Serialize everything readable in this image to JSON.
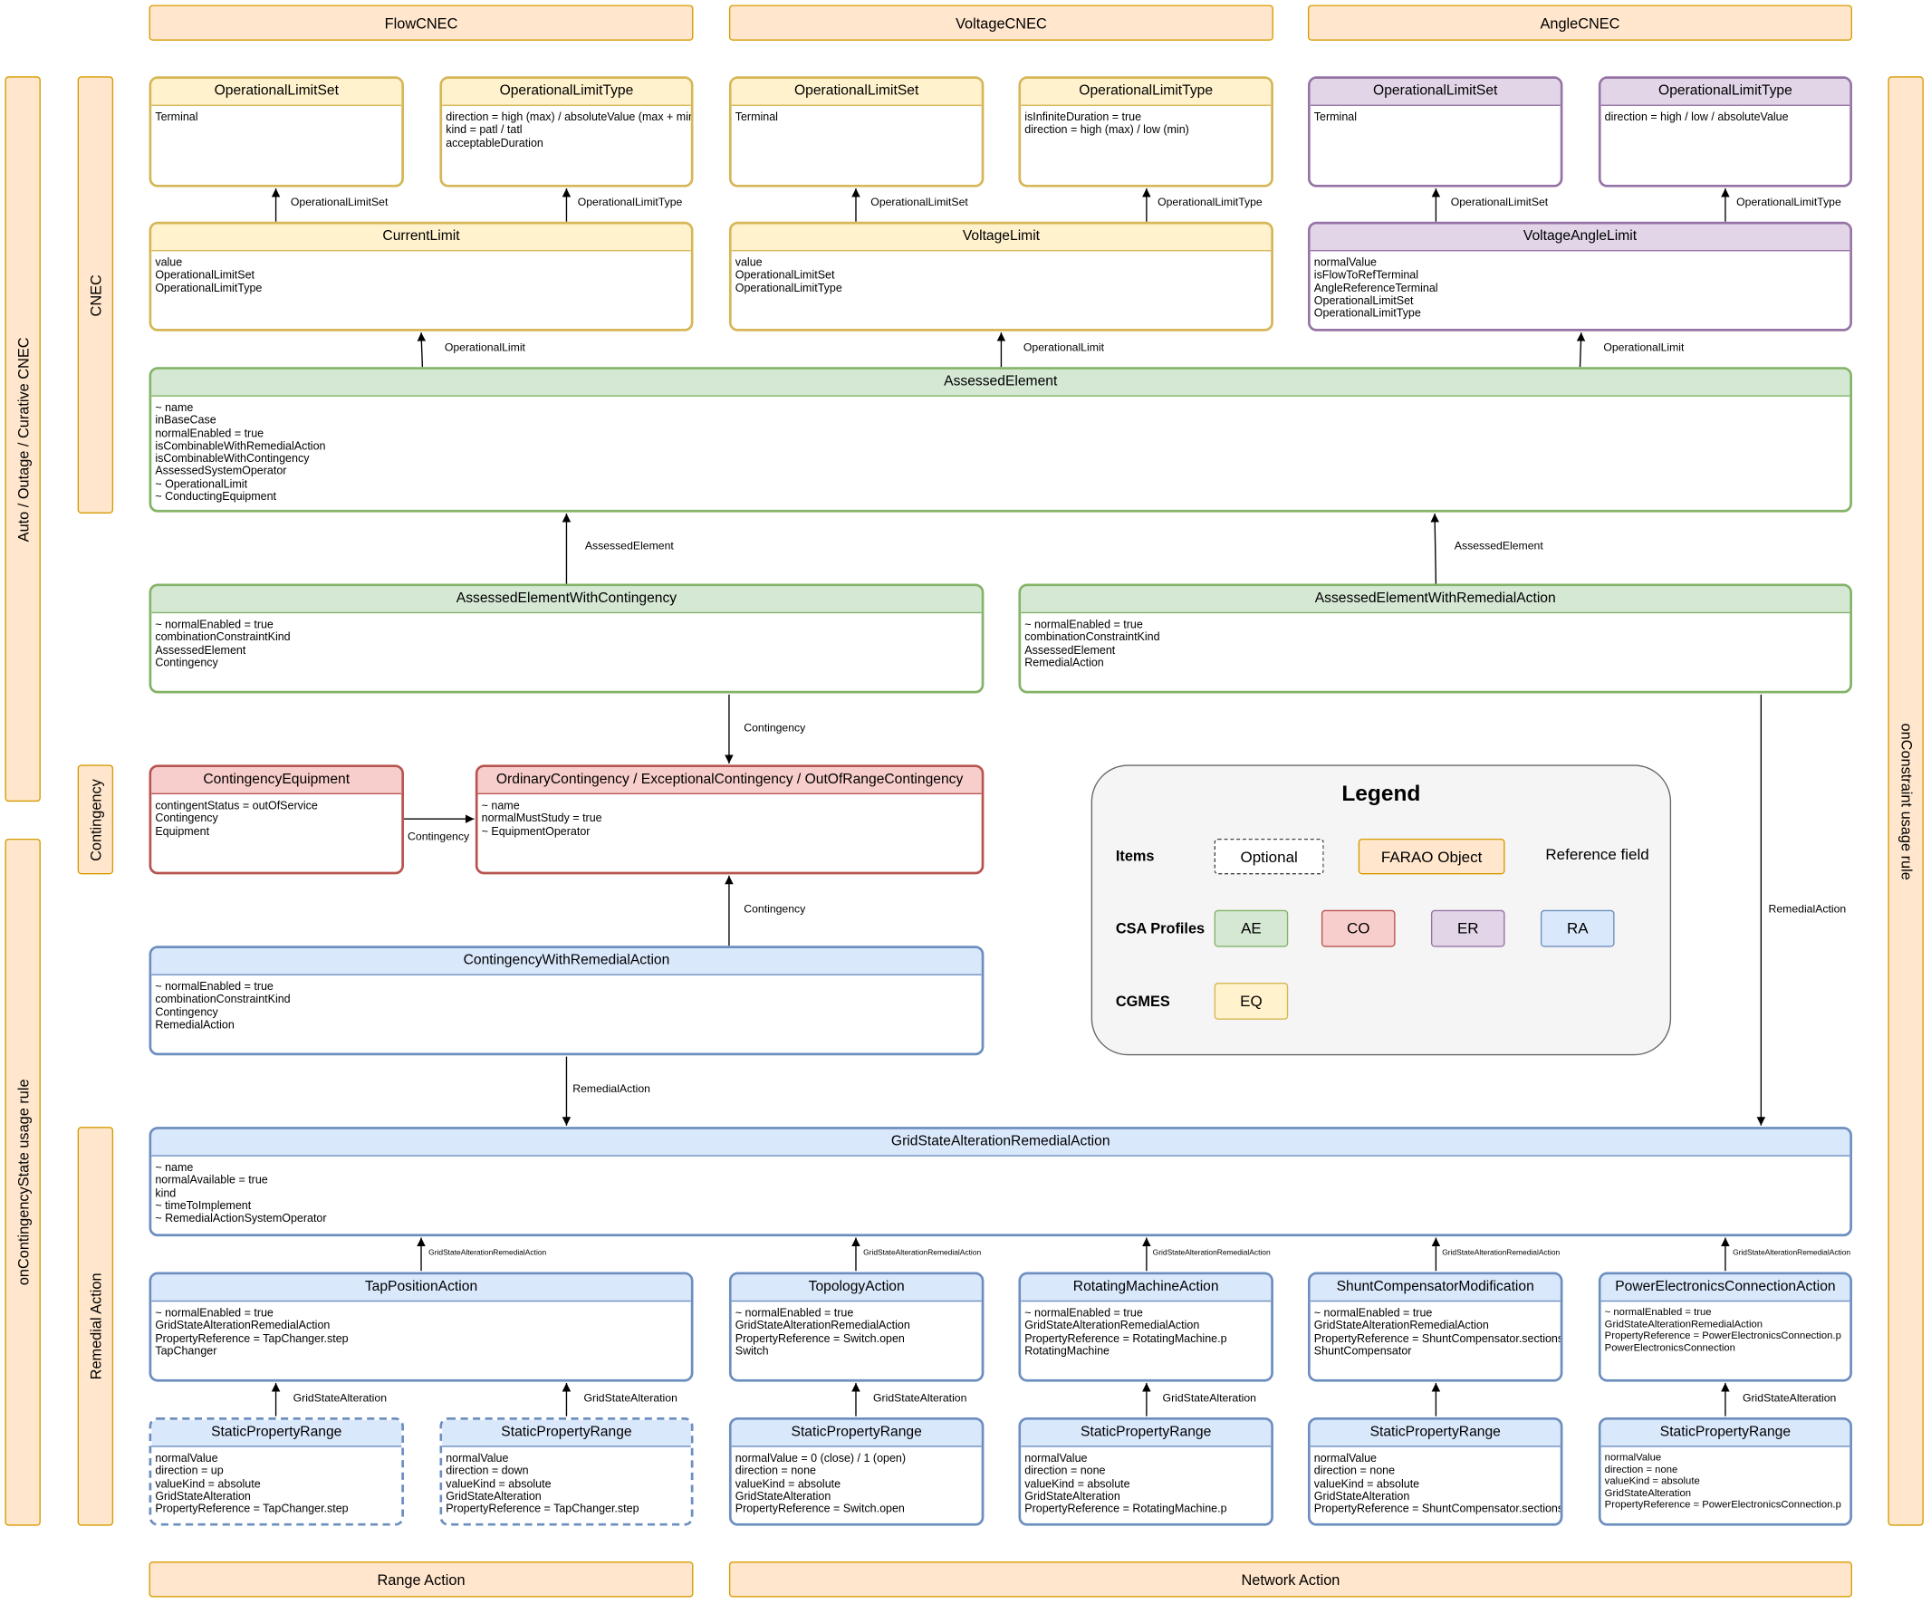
{
  "columns": {
    "flow": "FlowCNEC",
    "voltage": "VoltageCNEC",
    "angle": "AngleCNEC",
    "range_action": "Range Action",
    "network_action": "Network Action"
  },
  "side_bands": {
    "auto_outage_curative": "Auto / Outage / Curative CNEC",
    "on_contingency_state": "onContingencyState usage rule",
    "on_constraint": "onConstraint usage rule",
    "cnec": "CNEC",
    "contingency": "Contingency",
    "remedial_action": "Remedial Action"
  },
  "boxes": {
    "flow_ols": {
      "title": "OperationalLimitSet",
      "fields": [
        "Terminal"
      ]
    },
    "flow_olt": {
      "title": "OperationalLimitType",
      "fields": [
        "direction = high (max) / absoluteValue (max + min)",
        "kind = patl / tatl",
        "acceptableDuration"
      ]
    },
    "volt_ols": {
      "title": "OperationalLimitSet",
      "fields": [
        "Terminal"
      ]
    },
    "volt_olt": {
      "title": "OperationalLimitType",
      "fields": [
        "isInfiniteDuration = true",
        "direction = high (max) / low (min)"
      ]
    },
    "angle_ols": {
      "title": "OperationalLimitSet",
      "fields": [
        "Terminal"
      ]
    },
    "angle_olt": {
      "title": "OperationalLimitType",
      "fields": [
        "direction = high / low / absoluteValue"
      ]
    },
    "current_limit": {
      "title": "CurrentLimit",
      "fields": [
        "value",
        "OperationalLimitSet",
        "OperationalLimitType"
      ]
    },
    "voltage_limit": {
      "title": "VoltageLimit",
      "fields": [
        "value",
        "OperationalLimitSet",
        "OperationalLimitType"
      ]
    },
    "voltage_angle_limit": {
      "title": "VoltageAngleLimit",
      "fields": [
        "normalValue",
        "isFlowToRefTerminal",
        "AngleReferenceTerminal",
        "OperationalLimitSet",
        "OperationalLimitType"
      ]
    },
    "assessed_element": {
      "title": "AssessedElement",
      "fields": [
        "~ name",
        "inBaseCase",
        "normalEnabled = true",
        "isCombinableWithRemedialAction",
        "isCombinableWithContingency",
        "AssessedSystemOperator",
        "~ OperationalLimit",
        "~ ConductingEquipment"
      ]
    },
    "ae_with_contingency": {
      "title": "AssessedElementWithContingency",
      "fields": [
        "~ normalEnabled = true",
        "combinationConstraintKind",
        "AssessedElement",
        "Contingency"
      ]
    },
    "ae_with_ra": {
      "title": "AssessedElementWithRemedialAction",
      "fields": [
        "~ normalEnabled = true",
        "combinationConstraintKind",
        "AssessedElement",
        "RemedialAction"
      ]
    },
    "contingency_equipment": {
      "title": "ContingencyEquipment",
      "fields": [
        "contingentStatus = outOfService",
        "Contingency",
        "Equipment"
      ]
    },
    "ordinary_contingency": {
      "title": "OrdinaryContingency / ExceptionalContingency / OutOfRangeContingency",
      "fields": [
        "~ name",
        "normalMustStudy = true",
        "~ EquipmentOperator"
      ]
    },
    "contingency_with_ra": {
      "title": "ContingencyWithRemedialAction",
      "fields": [
        "~ normalEnabled = true",
        "combinationConstraintKind",
        "Contingency",
        "RemedialAction"
      ]
    },
    "gsa_ra": {
      "title": "GridStateAlterationRemedialAction",
      "fields": [
        "~ name",
        "normalAvailable = true",
        "kind",
        "~ timeToImplement",
        "~ RemedialActionSystemOperator"
      ]
    },
    "tap_position": {
      "title": "TapPositionAction",
      "fields": [
        "~ normalEnabled = true",
        "GridStateAlterationRemedialAction",
        "PropertyReference = TapChanger.step",
        "TapChanger"
      ]
    },
    "topology": {
      "title": "TopologyAction",
      "fields": [
        "~ normalEnabled = true",
        "GridStateAlterationRemedialAction",
        "PropertyReference = Switch.open",
        "Switch"
      ]
    },
    "rotating_machine": {
      "title": "RotatingMachineAction",
      "fields": [
        "~ normalEnabled = true",
        "GridStateAlterationRemedialAction",
        "PropertyReference = RotatingMachine.p",
        "RotatingMachine"
      ]
    },
    "shunt": {
      "title": "ShuntCompensatorModification",
      "fields": [
        "~ normalEnabled = true",
        "GridStateAlterationRemedialAction",
        "PropertyReference = ShuntCompensator.sections",
        "ShuntCompensator"
      ]
    },
    "power_electronics": {
      "title": "PowerElectronicsConnectionAction",
      "fields": [
        "~ normalEnabled = true",
        "GridStateAlterationRemedialAction",
        "PropertyReference = PowerElectronicsConnection.p",
        "PowerElectronicsConnection"
      ]
    },
    "spr_up": {
      "title": "StaticPropertyRange",
      "fields": [
        "normalValue",
        "direction = up",
        "valueKind = absolute",
        "GridStateAlteration",
        "PropertyReference = TapChanger.step"
      ]
    },
    "spr_down": {
      "title": "StaticPropertyRange",
      "fields": [
        "normalValue",
        "direction = down",
        "valueKind = absolute",
        "GridStateAlteration",
        "PropertyReference = TapChanger.step"
      ]
    },
    "spr_switch": {
      "title": "StaticPropertyRange",
      "fields": [
        "normalValue = 0 (close) / 1 (open)",
        "direction = none",
        "valueKind = absolute",
        "GridStateAlteration",
        "PropertyReference = Switch.open"
      ]
    },
    "spr_rotating": {
      "title": "StaticPropertyRange",
      "fields": [
        "normalValue",
        "direction = none",
        "valueKind = absolute",
        "GridStateAlteration",
        "PropertyReference = RotatingMachine.p"
      ]
    },
    "spr_shunt": {
      "title": "StaticPropertyRange",
      "fields": [
        "normalValue",
        "direction = none",
        "valueKind = absolute",
        "GridStateAlteration",
        "PropertyReference = ShuntCompensator.sections"
      ]
    },
    "spr_pe": {
      "title": "StaticPropertyRange",
      "fields": [
        "normalValue",
        "direction = none",
        "valueKind = absolute",
        "GridStateAlteration",
        "PropertyReference = PowerElectronicsConnection.p"
      ]
    }
  },
  "edge_labels": {
    "ols": "OperationalLimitSet",
    "olt": "OperationalLimitType",
    "operational_limit": "OperationalLimit",
    "assessed_element": "AssessedElement",
    "contingency": "Contingency",
    "remedial_action": "RemedialAction",
    "gsa_ra": "GridStateAlterationRemedialAction",
    "grid_state_alteration": "GridStateAlteration"
  },
  "legend": {
    "title": "Legend",
    "items_label": "Items",
    "csa_label": "CSA Profiles",
    "cgmes_label": "CGMES",
    "optional": "Optional",
    "farao_object": "FARAO Object",
    "reference_field": "Reference field",
    "ae": "AE",
    "co": "CO",
    "er": "ER",
    "ra": "RA",
    "eq": "EQ"
  },
  "colors": {
    "eq_fill": "#fff2cc",
    "eq_stroke": "#d6b656",
    "er_fill": "#e1d5e7",
    "er_stroke": "#9673a6",
    "ae_fill": "#d5e8d4",
    "ae_stroke": "#82b366",
    "co_fill": "#f8cecc",
    "co_stroke": "#b85450",
    "ra_fill": "#dae8fc",
    "ra_stroke": "#6c8ebf",
    "farao_fill": "#ffe6cc",
    "farao_stroke": "#d79b00"
  }
}
